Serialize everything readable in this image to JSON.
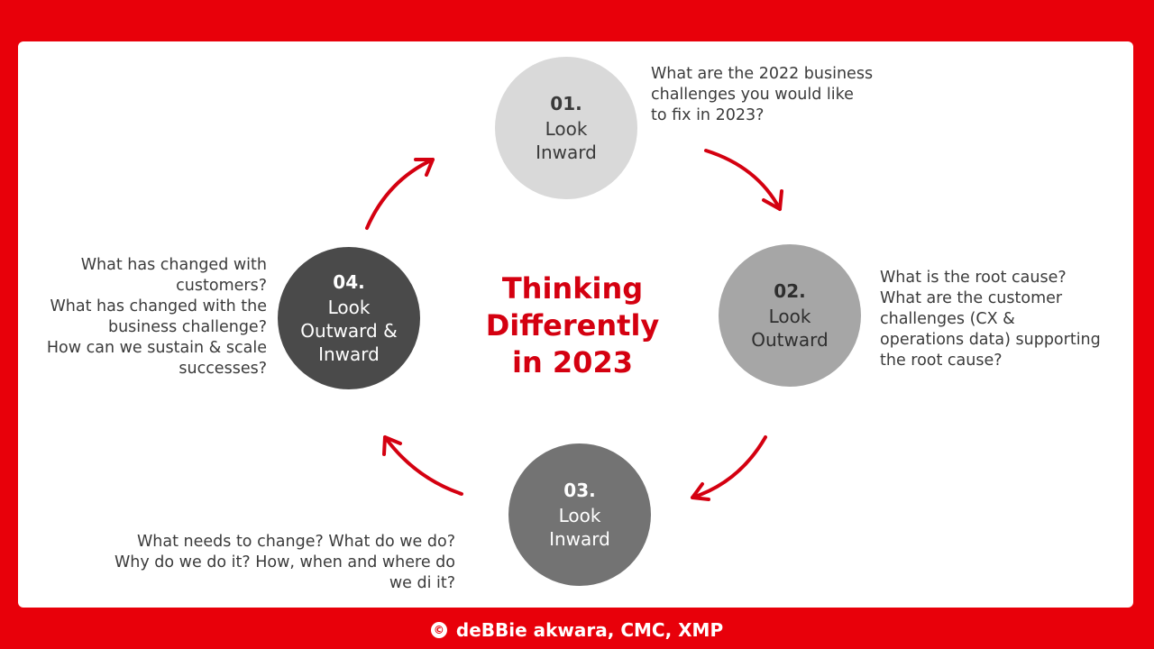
{
  "title_lines": [
    "Thinking",
    "Differently",
    "in 2023"
  ],
  "steps": [
    {
      "number": "01.",
      "name_lines": [
        "Look",
        "Inward"
      ],
      "questions": [
        "What are the 2022 business",
        "challenges you would like",
        "to fix in 2023?"
      ]
    },
    {
      "number": "02.",
      "name_lines": [
        "Look",
        "Outward"
      ],
      "questions": [
        "What is the root cause?",
        "What are the customer",
        "challenges (CX &",
        "operations data) supporting",
        "the root cause?"
      ]
    },
    {
      "number": "03.",
      "name_lines": [
        "Look",
        "Inward"
      ],
      "questions": [
        "What needs to change? What do we do?",
        "Why do we do it? How, when and where do",
        "we di it?"
      ]
    },
    {
      "number": "04.",
      "name_lines": [
        "Look",
        "Outward &",
        "Inward"
      ],
      "questions": [
        "What has changed with",
        "customers?",
        "What has changed with the",
        "business challenge?",
        "How can we sustain & scale",
        "successes?"
      ]
    }
  ],
  "footer": {
    "copyright_symbol": "©",
    "text": "deBBie akwara, CMC, XMP"
  },
  "colors": {
    "background_red": "#e8000a",
    "accent_red": "#d40010",
    "step1_fill": "#d9d9d9",
    "step2_fill": "#a6a6a6",
    "step3_fill": "#737373",
    "step4_fill": "#4a4a4a"
  }
}
